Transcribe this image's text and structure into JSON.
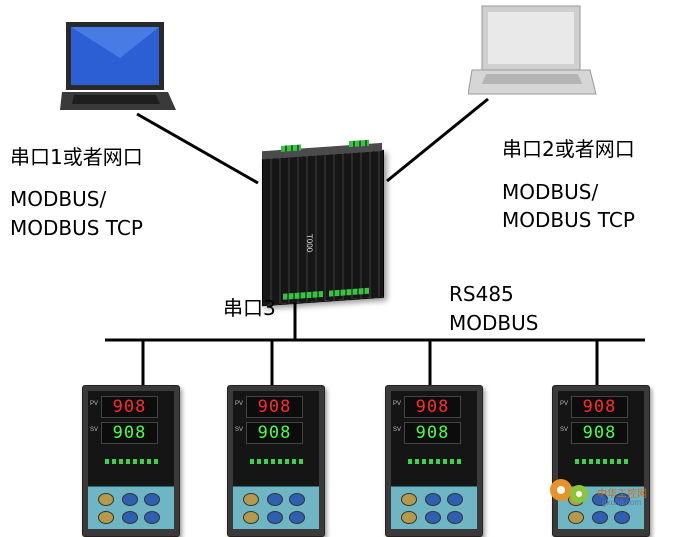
{
  "labels": {
    "port1": "串口1或者网口",
    "port1_protocol_1": "MODBUS/",
    "port1_protocol_2": "MODBUS TCP",
    "port2": "串口2或者网口",
    "port2_protocol_1": "MODBUS/",
    "port2_protocol_2": "MODBUS TCP",
    "port3": "串口3",
    "bus_1": "RS485",
    "bus_2": "MODBUS"
  },
  "gateway": {
    "model": "T000"
  },
  "controllers": [
    {
      "pv": "908",
      "sv": "908"
    },
    {
      "pv": "908",
      "sv": "908"
    },
    {
      "pv": "908",
      "sv": "908"
    },
    {
      "pv": "908",
      "sv": "908"
    }
  ],
  "watermark": {
    "text": "中华工控网",
    "url": "gkong.com"
  },
  "colors": {
    "pv": "#ff2a2a",
    "sv": "#46ff46",
    "keypad": "#6fb6c4",
    "bus": "#000000"
  }
}
